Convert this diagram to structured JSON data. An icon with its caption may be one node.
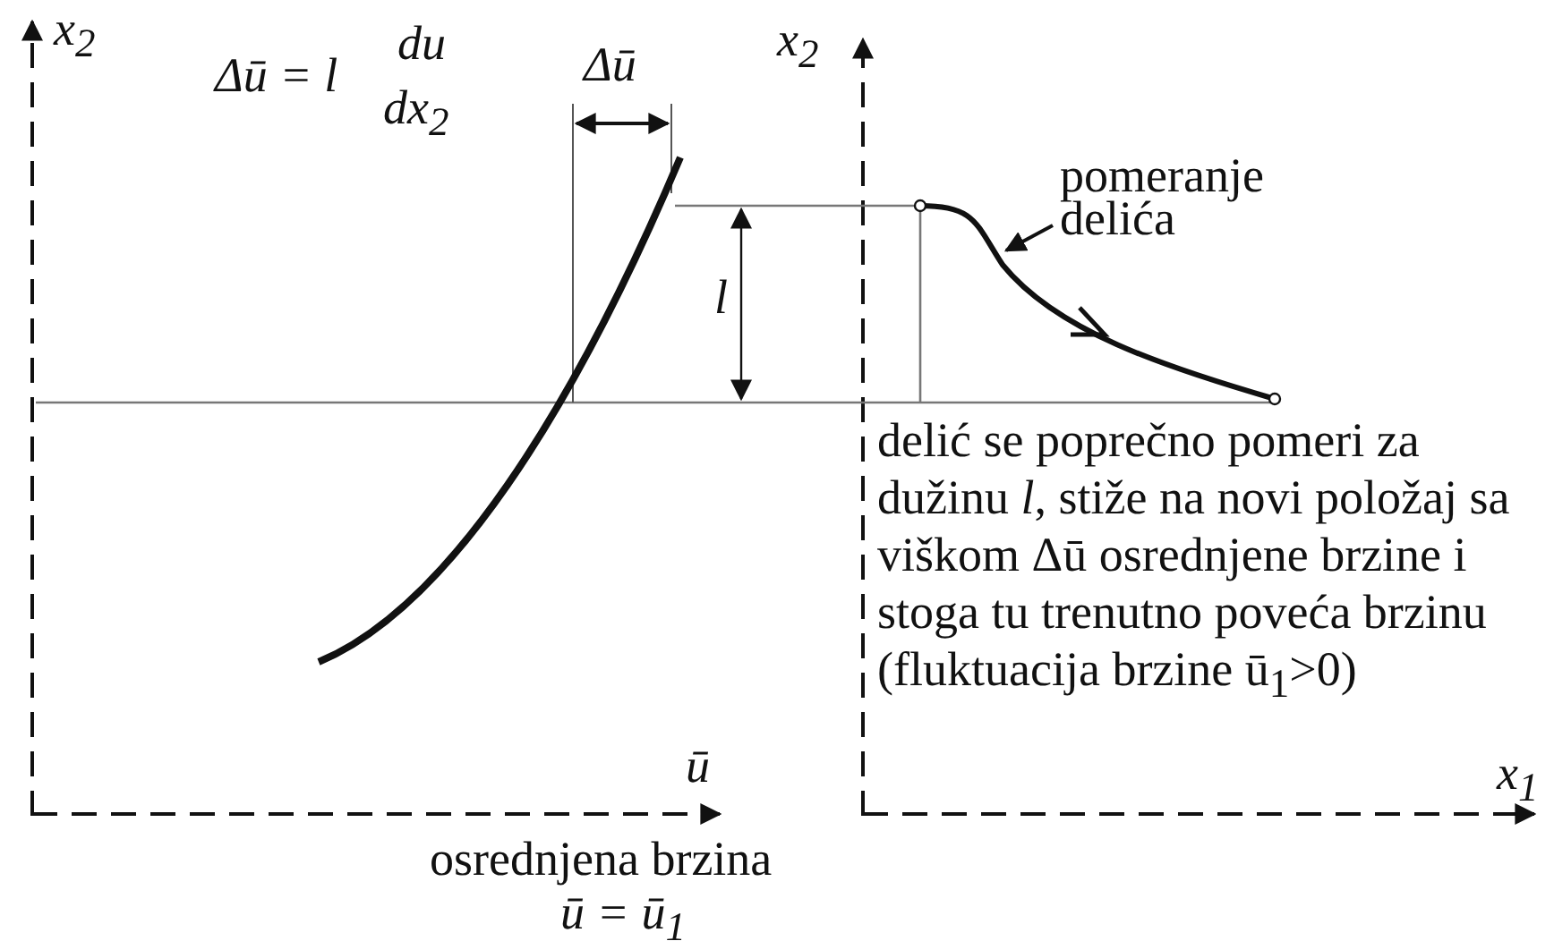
{
  "diagram": {
    "nodes": [
      {
        "text": [
          "pomeranje delića"
        ]
      },
      {
        "text": [],
        "shape": "curve"
      }
    ],
    "edges": [
      {
        "from": 0,
        "to": 1,
        "arrow": "to"
      }
    ],
    "labels": [
      "x$_{2}$",
      "Δū = l",
      "du",
      "dx$_{2}$",
      "Δū",
      "x$_{2}$",
      "l",
      "ū",
      "osrednjena brzina",
      "ū = ū$_{1}$",
      "delić se poprečno pomeri za dužinu *l*, stiže na novi položaj sa viškom Δū osrednjene brzine i stoga tu trenutno poveća brzinu (fluktuacija brzine ū$_{1}$>0)",
      "x$_{1}$"
    ]
  }
}
